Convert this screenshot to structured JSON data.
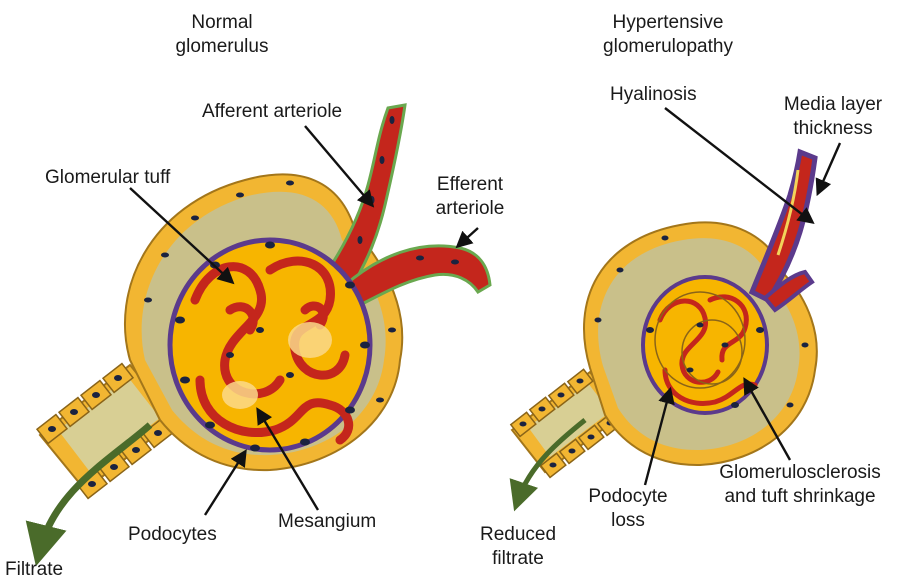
{
  "left_panel": {
    "title_line1": "Normal",
    "title_line2": "glomerulus",
    "labels": {
      "afferent": "Afferent arteriole",
      "efferent_line1": "Efferent",
      "efferent_line2": "arteriole",
      "tuft": "Glomerular tuff",
      "podocytes": "Podocytes",
      "mesangium": "Mesangium",
      "filtrate": "Filtrate"
    }
  },
  "right_panel": {
    "title_line1": "Hypertensive",
    "title_line2": "glomerulopathy",
    "labels": {
      "hyalinosis": "Hyalinosis",
      "media_line1": "Media layer",
      "media_line2": "thickness",
      "podocyte_loss_line1": "Podocyte",
      "podocyte_loss_line2": "loss",
      "sclerosis_line1": "Glomerulosclerosis",
      "sclerosis_line2": "and tuft shrinkage",
      "reduced_line1": "Reduced",
      "reduced_line2": "filtrate"
    }
  },
  "colors": {
    "capsule_outer": "#f2b632",
    "capsule_space": "#c9c08a",
    "vessel_red": "#c4261c",
    "vessel_dark": "#7a0f0b",
    "tuft_yellow": "#f7b500",
    "tuft_pale": "#fbd98a",
    "podocyte_purple": "#5b3a8c",
    "nucleus": "#1b2340",
    "endothelium_green": "#6aa84f",
    "filtrate_arrow": "#4a6b2a"
  }
}
